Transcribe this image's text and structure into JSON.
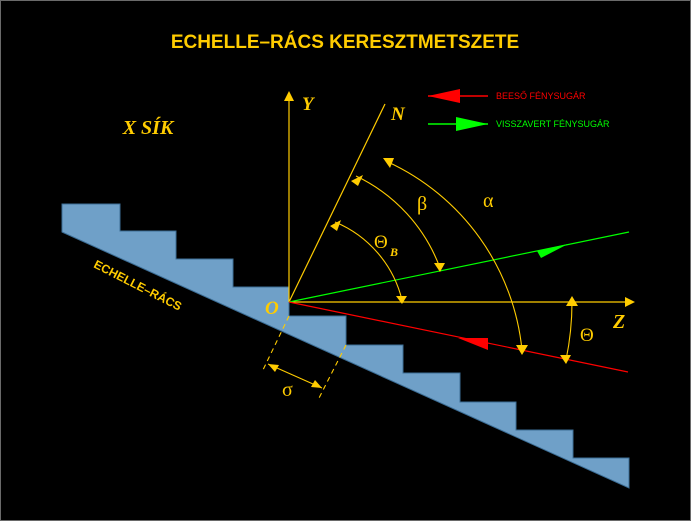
{
  "title": "ECHELLE–RÁCS KERESZTMETSZETE",
  "plane_label": "X SÍK",
  "grating_label": "ECHELLE–RÁCS",
  "axis_y": "Y",
  "axis_z": "Z",
  "origin": "O",
  "normal": "N",
  "angles": {
    "alpha": "α",
    "beta": "β",
    "theta_b": "Θ",
    "theta_b_sub": "B",
    "theta": "Θ",
    "sigma": "σ"
  },
  "legend": [
    {
      "label": "BEESŐ FÉNYSUGÁR",
      "color": "#ff0000"
    },
    {
      "label": "VISSZAVERT FÉNYSUGÁR",
      "color": "#00ff00"
    }
  ],
  "colors": {
    "background": "#000000",
    "lines": "#ffcc00",
    "grating": "#6fa0c8",
    "incident": "#ff0000",
    "reflected": "#00ff00",
    "title": "#ffcc00"
  }
}
